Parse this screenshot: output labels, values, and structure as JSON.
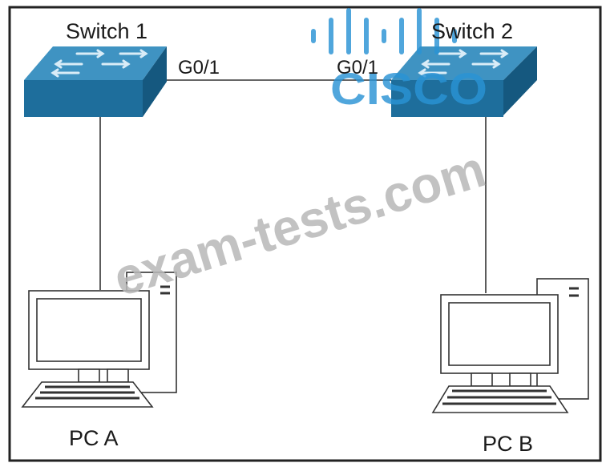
{
  "diagram": {
    "nodes": {
      "switch1": {
        "label": "Switch 1",
        "port": "G0/1"
      },
      "switch2": {
        "label": "Switch 2",
        "port": "G0/1"
      },
      "pc_a": {
        "label": "PC A"
      },
      "pc_b": {
        "label": "PC B"
      }
    },
    "colors": {
      "switch_top": "#3f93c2",
      "switch_front": "#1e6e9c",
      "switch_side": "#15587f",
      "cisco_logo": "#2a93d5",
      "watermark": "#b8b8b8",
      "line": "#333333"
    }
  },
  "brand_logo": {
    "text": "CISCO"
  },
  "watermark": {
    "text": "exam-tests.com"
  }
}
